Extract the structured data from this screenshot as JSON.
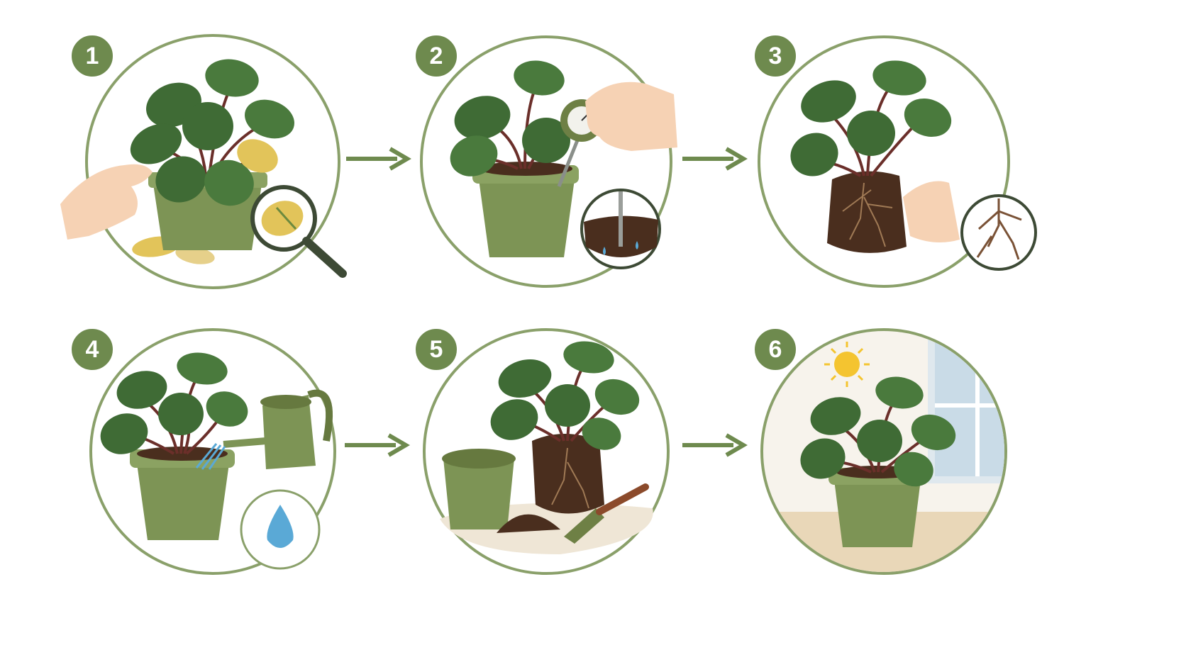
{
  "colors": {
    "accent": "#6e8a4e",
    "ring": "#8aa06a",
    "pot": "#7d9455",
    "pot_dark": "#66793f",
    "leaf": "#3f6b35",
    "leaf_light": "#7fa66a",
    "stem": "#6b2f2a",
    "soil": "#4a2e1e",
    "yellow_leaf": "#e2c45a",
    "skin": "#f6d2b4",
    "water": "#5aa9d6",
    "sun": "#f4c430"
  },
  "steps": [
    {
      "number": "1",
      "scene": "inspect-yellow-leaves"
    },
    {
      "number": "2",
      "scene": "check-soil-moisture"
    },
    {
      "number": "3",
      "scene": "inspect-roots"
    },
    {
      "number": "4",
      "scene": "water-plant"
    },
    {
      "number": "5",
      "scene": "repot-plant"
    },
    {
      "number": "6",
      "scene": "bright-indirect-light"
    }
  ]
}
